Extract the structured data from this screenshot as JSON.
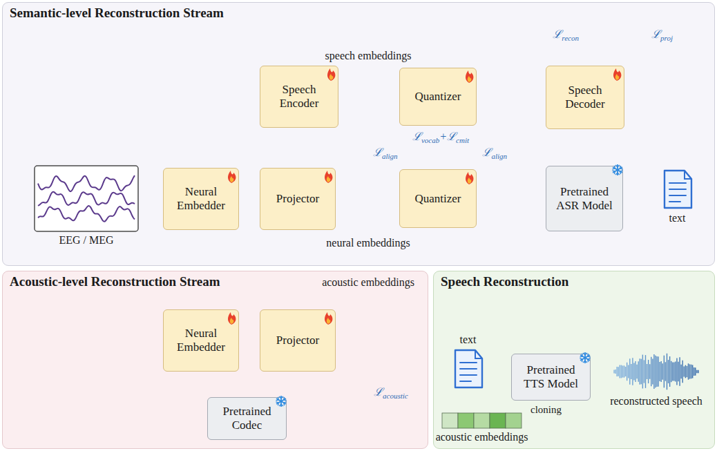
{
  "diagram": {
    "nodes": [
      {
        "text": [
          "Semantic-level Reconstruction Stream"
        ]
      },
      {
        "text": [
          "Speech Encoder"
        ],
        "in": 0
      },
      {
        "text": [
          "Quantizer"
        ],
        "in": 0
      },
      {
        "text": [
          "Speech Decoder"
        ],
        "in": 0
      },
      {
        "text": [
          "EEG / MEG"
        ],
        "in": 0
      },
      {
        "text": [
          "Neural Embedder"
        ],
        "in": 0
      },
      {
        "text": [
          "Projector"
        ],
        "in": 0
      },
      {
        "text": [
          "Quantizer"
        ],
        "in": 0
      },
      {
        "text": [
          "Pretrained ASR Model"
        ],
        "in": 0
      },
      {
        "text": [
          "text"
        ],
        "in": 0
      },
      {
        "text": [
          "Acoustic-level Reconstruction Stream"
        ]
      },
      {
        "text": [
          "Neural Embedder"
        ],
        "in": 10
      },
      {
        "text": [
          "Projector"
        ],
        "in": 10
      },
      {
        "text": [
          "Pretrained Codec"
        ],
        "in": 10
      },
      {
        "text": [
          "Speech Reconstruction"
        ]
      },
      {
        "text": [
          "text"
        ],
        "in": 14
      },
      {
        "text": [
          "Pretrained TTS Model"
        ],
        "in": 14
      },
      {
        "text": [
          "reconstructed speech"
        ],
        "in": 14
      },
      {
        "text": [
          "acoustic embeddings"
        ],
        "in": 14
      }
    ],
    "edges": [
      {
        "from": 1,
        "to": 2,
        "arrow": "none"
      },
      {
        "from": 2,
        "to": 3,
        "arrow": "none"
      },
      {
        "from": 4,
        "to": 5,
        "arrow": "none"
      },
      {
        "from": 5,
        "to": 6,
        "arrow": "none"
      },
      {
        "from": 6,
        "to": 7,
        "arrow": "none"
      },
      {
        "from": 7,
        "to": 8,
        "arrow": "none"
      },
      {
        "from": 8,
        "to": 9,
        "arrow": "to"
      },
      {
        "from": 11,
        "to": 12,
        "arrow": "none"
      },
      {
        "from": 15,
        "to": 16,
        "arrow": "to"
      },
      {
        "from": 16,
        "to": 17,
        "arrow": "to"
      },
      {
        "from": 16,
        "to": 18,
        "label": "cloning",
        "arrow": "none"
      }
    ],
    "labels": [
      "speech embeddings",
      "neural embeddings",
      "ℒrecon",
      "ℒproj",
      "ℒalign",
      "ℒvocab+ℒcmit",
      "ℒalign",
      "acoustic embeddings",
      "ℒacoustic"
    ]
  }
}
